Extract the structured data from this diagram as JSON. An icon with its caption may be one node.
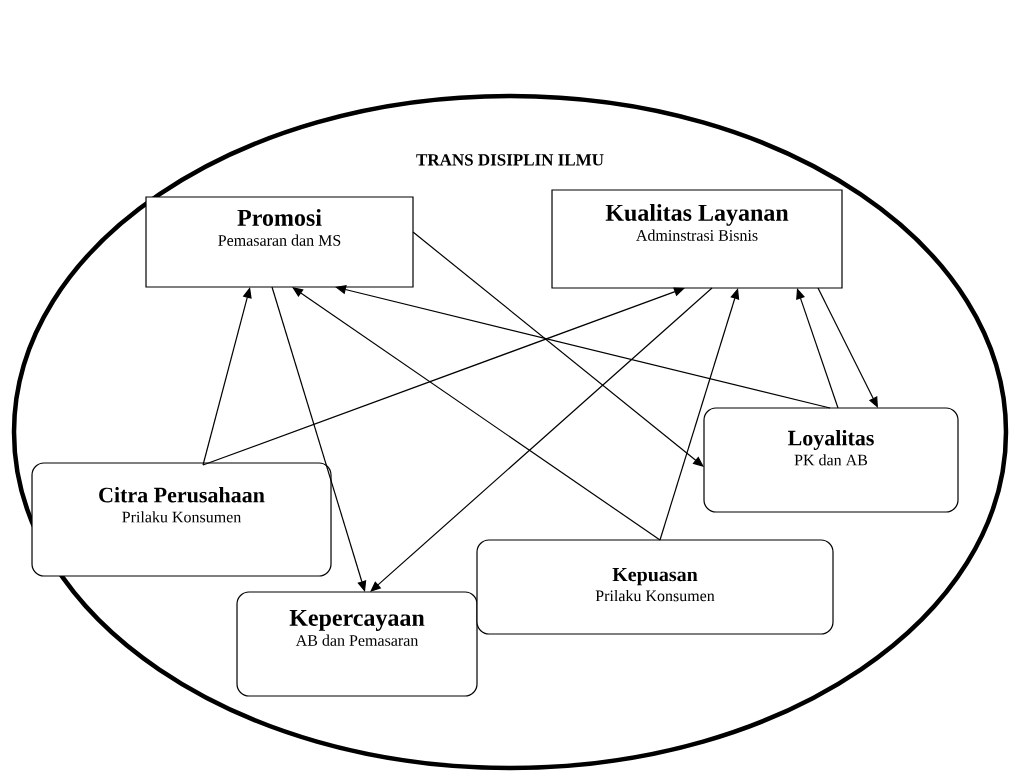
{
  "diagram": {
    "nodes": [
      {
        "text": [
          "TRANS DISIPLIN ILMU"
        ]
      },
      {
        "text": [
          "Promosi",
          "Pemasaran dan MS"
        ],
        "in": 0
      },
      {
        "text": [
          "Kualitas Layanan",
          "Adminstrasi Bisnis"
        ],
        "in": 0
      },
      {
        "text": [
          "Loyalitas",
          "PK dan AB"
        ],
        "in": 0
      },
      {
        "text": [
          "Citra Perusahaan",
          "Prilaku Konsumen"
        ],
        "in": 0
      },
      {
        "text": [
          "Kepercayaan",
          "AB dan Pemasaran"
        ],
        "in": 0
      },
      {
        "text": [
          "Kepuasan",
          "Prilaku Konsumen"
        ],
        "in": 0
      }
    ],
    "edges": [
      {
        "from": 4,
        "to": 1,
        "arrow": "to"
      },
      {
        "from": 4,
        "to": 2,
        "arrow": "to"
      },
      {
        "from": 1,
        "to": 5,
        "arrow": "to"
      },
      {
        "from": 1,
        "to": 3,
        "arrow": "to"
      },
      {
        "from": 2,
        "to": 5,
        "arrow": "to"
      },
      {
        "from": 6,
        "to": 1,
        "arrow": "to"
      },
      {
        "from": 6,
        "to": 2,
        "arrow": "to"
      },
      {
        "from": 3,
        "to": 1,
        "arrow": "to"
      },
      {
        "from": 3,
        "to": 2,
        "arrow": "to"
      },
      {
        "from": 2,
        "to": 3,
        "arrow": "to"
      }
    ]
  }
}
